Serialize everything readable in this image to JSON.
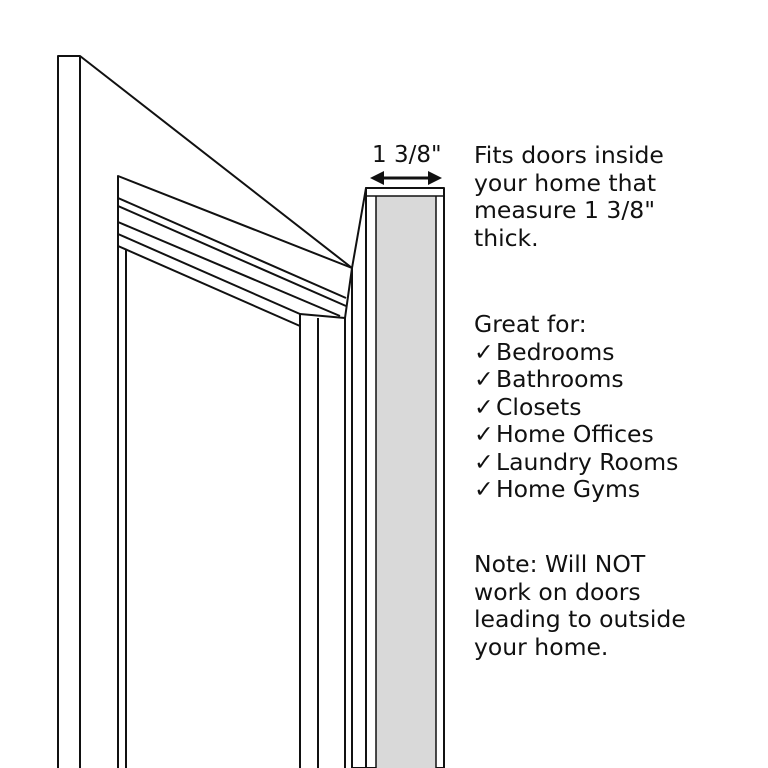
{
  "dimension_label": "1 3/8\"",
  "fit_text": [
    "Fits doors inside",
    "your home that",
    "measure 1 3/8\"",
    "thick."
  ],
  "great_for": {
    "heading": "Great for:",
    "check_glyph": "✓",
    "items": [
      "Bedrooms",
      "Bathrooms",
      "Closets",
      "Home Offices",
      "Laundry Rooms",
      "Home Gyms"
    ]
  },
  "note_text": [
    "Note: Will NOT",
    "work on doors",
    "leading to outside",
    "your home."
  ],
  "colors": {
    "line": "#111111",
    "door_edge_fill": "#d9d9d9",
    "background": "#ffffff"
  }
}
